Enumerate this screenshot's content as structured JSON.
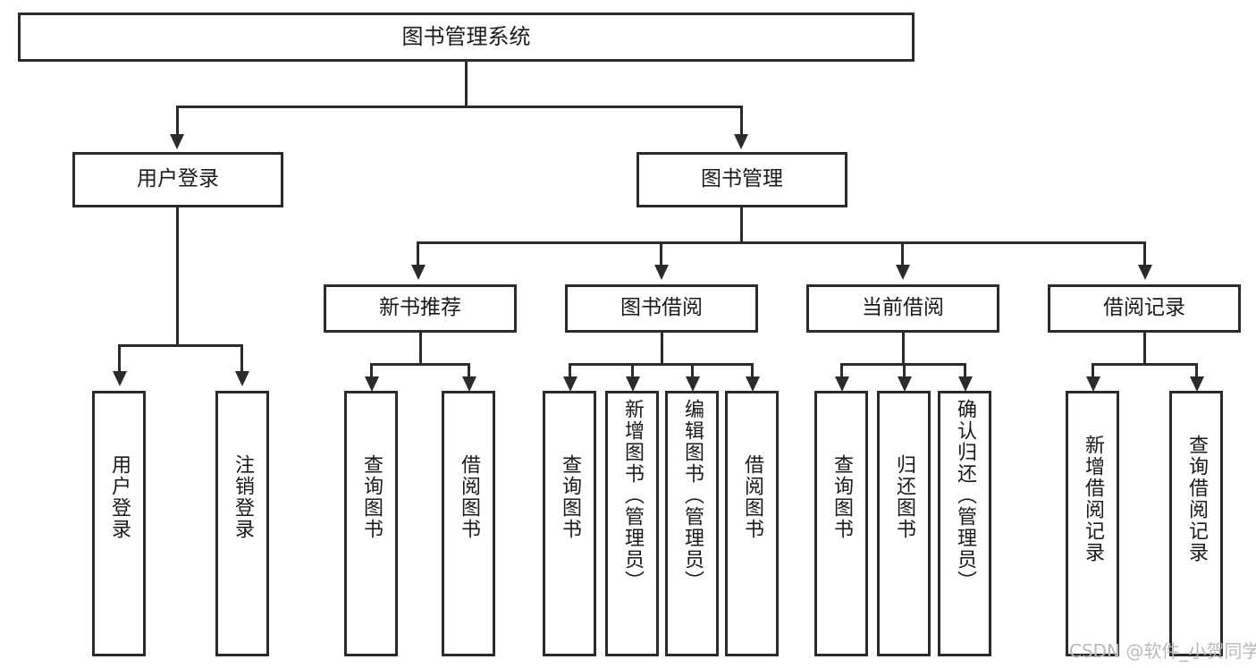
{
  "diagram": {
    "title_text": "图书管理系统",
    "root": {
      "label": "图书管理系统"
    },
    "level2": [
      {
        "label": "用户登录"
      },
      {
        "label": "图书管理"
      }
    ],
    "level3": [
      {
        "label": "新书推荐"
      },
      {
        "label": "图书借阅"
      },
      {
        "label": "当前借阅"
      },
      {
        "label": "借阅记录"
      }
    ],
    "leaves": {
      "user_login": [
        {
          "label": "用户登录"
        },
        {
          "label": "注销登录"
        }
      ],
      "new_book_rec": [
        {
          "label": "查询图书"
        },
        {
          "label": "借阅图书"
        }
      ],
      "book_borrow": [
        {
          "label": "查询图书"
        },
        {
          "label": "新增图书（管理员）"
        },
        {
          "label": "编辑图书（管理员）"
        },
        {
          "label": "借阅图书"
        }
      ],
      "current_borrow": [
        {
          "label": "查询图书"
        },
        {
          "label": "归还图书"
        },
        {
          "label": "确认归还（管理员）"
        }
      ],
      "borrow_record": [
        {
          "label": "新增借阅记录"
        },
        {
          "label": "查询借阅记录"
        }
      ]
    }
  },
  "watermark": {
    "text": "CSDN @软件_小贺同学"
  },
  "colors": {
    "stroke": "#2b2b2b",
    "fill": "#ffffff",
    "text": "#1a1a1a",
    "watermark": "#b9b9b9"
  }
}
